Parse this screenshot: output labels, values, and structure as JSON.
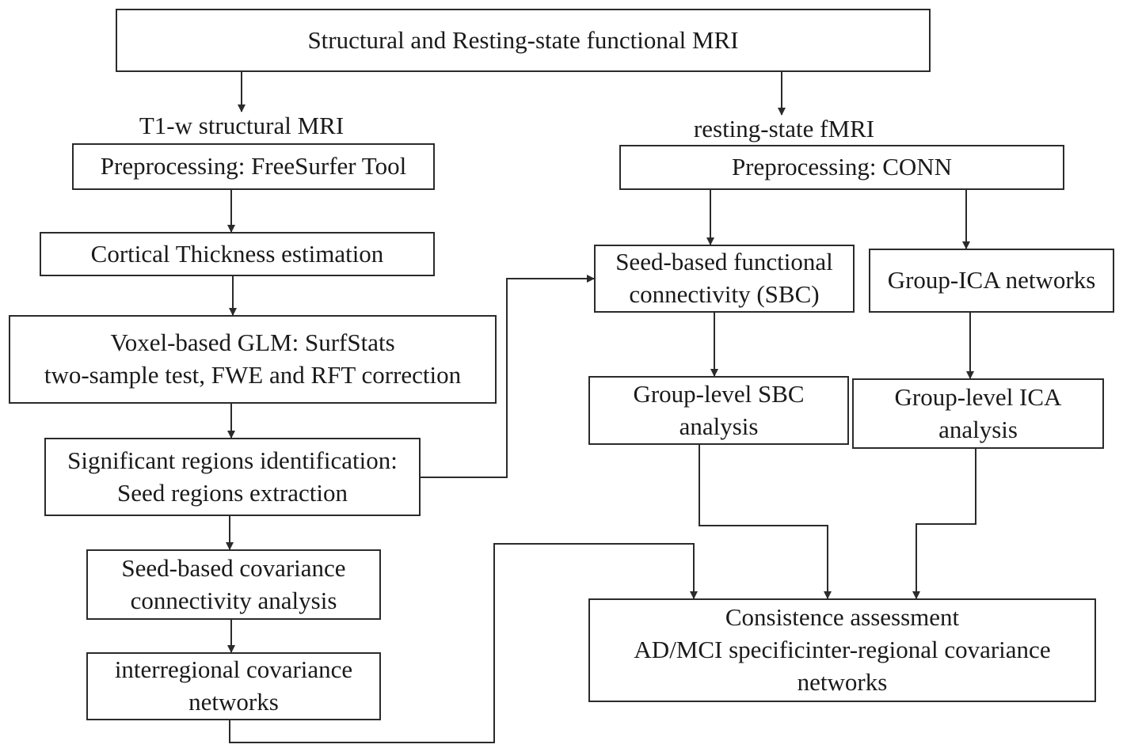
{
  "nodes": {
    "mri": {
      "lines": [
        "Structural and Resting-state functional MRI"
      ]
    },
    "t1_label": {
      "lines": [
        "T1-w structural MRI"
      ]
    },
    "fmri_label": {
      "lines": [
        "resting-state fMRI"
      ]
    },
    "freesurfer": {
      "lines": [
        "Preprocessing: FreeSurfer Tool"
      ]
    },
    "conn": {
      "lines": [
        "Preprocessing: CONN"
      ]
    },
    "cortical": {
      "lines": [
        "Cortical Thickness estimation"
      ]
    },
    "glm": {
      "lines": [
        "Voxel-based GLM: SurfStats",
        "two-sample test, FWE and RFT correction"
      ]
    },
    "significant": {
      "lines": [
        "Significant regions identification:",
        "Seed regions extraction"
      ]
    },
    "seed_cov": {
      "lines": [
        "Seed-based covariance",
        "connectivity analysis"
      ]
    },
    "interregional": {
      "lines": [
        "interregional covariance",
        "networks"
      ]
    },
    "sbc": {
      "lines": [
        "Seed-based functional",
        "connectivity (SBC)"
      ]
    },
    "group_ica": {
      "lines": [
        "Group-ICA networks"
      ]
    },
    "group_sbc": {
      "lines": [
        "Group-level SBC",
        "analysis"
      ]
    },
    "group_ica_analysis": {
      "lines": [
        "Group-level ICA",
        "analysis"
      ]
    },
    "consistence": {
      "lines": [
        "Consistence assessment",
        "AD/MCI specificinter-regional covariance",
        "networks"
      ]
    }
  },
  "colors": {
    "stroke": "#2b2b2b",
    "text": "#1a1a1a",
    "background": "#ffffff"
  }
}
